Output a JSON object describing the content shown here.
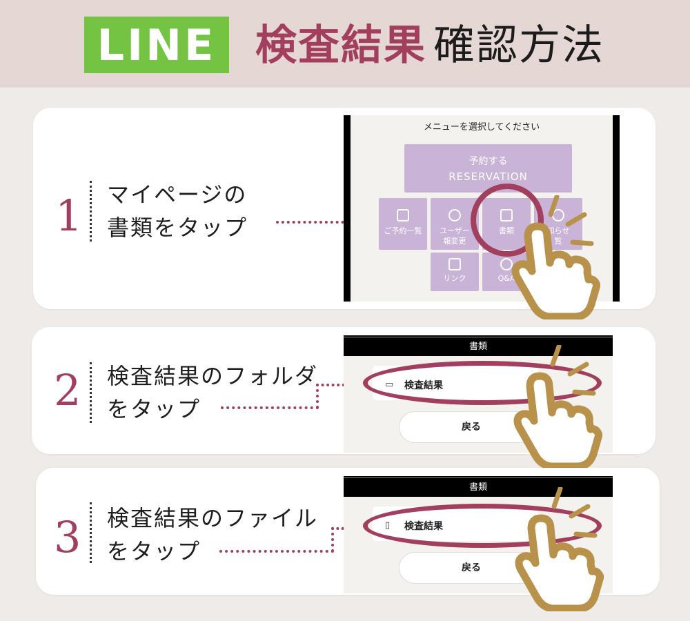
{
  "header": {
    "badge": "LINE",
    "title_main": "検査結果",
    "title_sub": "確認方法"
  },
  "colors": {
    "accent": "#a33f5e",
    "line_green": "#74c342",
    "tile": "#c9b3d6",
    "hand": "#b8914a"
  },
  "steps": [
    {
      "number": "1",
      "line1": "マイページの",
      "line2": "書類をタップ",
      "screen": {
        "menu_title": "メニューを選択してください",
        "reserve_l1": "予約する",
        "reserve_l2": "RESERVATION",
        "tile_list": "ご予約一覧",
        "tile_user_l1": "ユーザー",
        "tile_user_l2": "報変更",
        "tile_docs": "書類",
        "tile_news_l1": "知らせ",
        "tile_news_l2": "覧",
        "tile_link": "リンク",
        "tile_qa": "Q&A"
      }
    },
    {
      "number": "2",
      "line1": "検査結果のフォルダ",
      "line2": "をタップ",
      "screen": {
        "bar": "書類",
        "row": "検査結果",
        "back": "戻る"
      }
    },
    {
      "number": "3",
      "line1": "検査結果のファイル",
      "line2": "をタップ",
      "screen": {
        "bar": "書類",
        "row": "検査結果",
        "back": "戻る"
      }
    }
  ]
}
